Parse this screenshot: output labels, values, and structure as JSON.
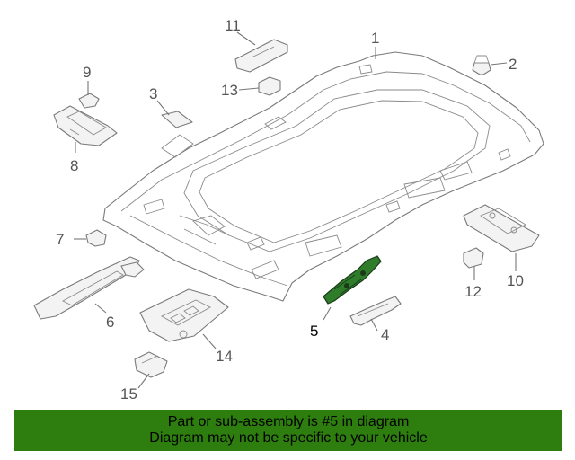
{
  "callouts": {
    "c1": "1",
    "c2": "2",
    "c3": "3",
    "c4": "4",
    "c5": "5",
    "c6": "6",
    "c7": "7",
    "c8": "8",
    "c9": "9",
    "c10": "10",
    "c11": "11",
    "c12": "12",
    "c13": "13",
    "c14": "14",
    "c15": "15"
  },
  "highlight_color": "#2e7d0f",
  "banner": {
    "line1": "Part or sub-assembly is #5 in diagram",
    "line2": "Diagram may not be specific to your vehicle"
  }
}
